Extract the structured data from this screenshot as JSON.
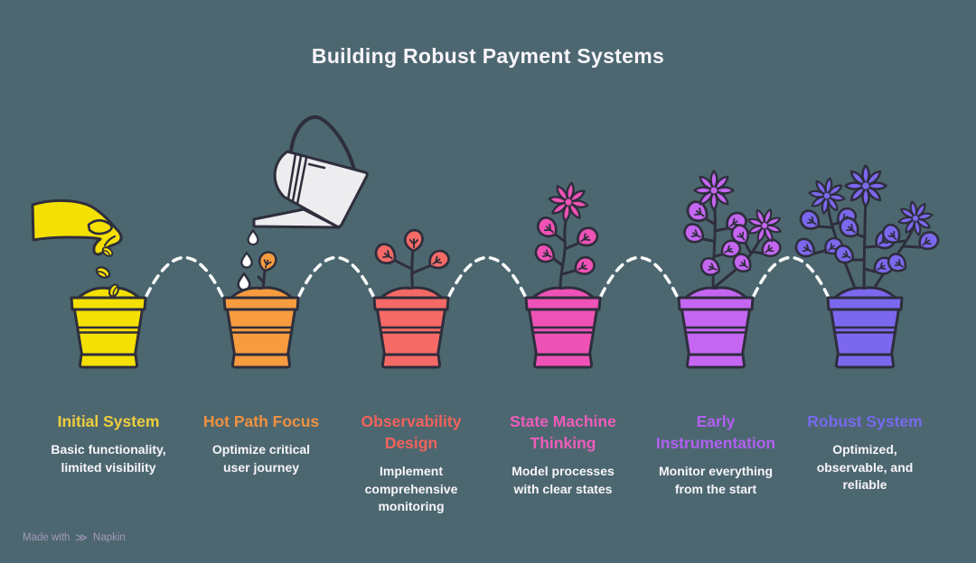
{
  "title": "Building Robust Payment Systems",
  "background_color": "#4c6770",
  "outline_color": "#2e2e3c",
  "text_color": "#f8f5fa",
  "connectors": {
    "style": "dashed-arc",
    "color": "#fcfcfc",
    "count": 5
  },
  "watering_can_color": "#ededef",
  "water_drop_color": "#ffffff",
  "stages": [
    {
      "heading": "Initial System",
      "description": "Basic functionality,\nlimited visibility",
      "color": "#f5e003",
      "heading_color": "#eecd3d",
      "icon": "hand-planting-seeds-in-pot"
    },
    {
      "heading": "Hot Path Focus",
      "description": "Optimize critical\nuser journey",
      "color": "#f79b3f",
      "heading_color": "#f0913f",
      "icon": "watering-can-over-sprout-pot"
    },
    {
      "heading": "Observability\nDesign",
      "description": "Implement\ncomprehensive\nmonitoring",
      "color": "#f56a66",
      "heading_color": "#f2625c",
      "icon": "seedling-three-leaves-pot"
    },
    {
      "heading": "State Machine\nThinking",
      "description": "Model processes\nwith clear states",
      "color": "#ef52b6",
      "heading_color": "#ee5cba",
      "icon": "flowering-plant-one-bloom-pot"
    },
    {
      "heading": "Early\nInstrumentation",
      "description": "Monitor everything\nfrom the start",
      "color": "#c566f2",
      "heading_color": "#b160f0",
      "icon": "flowering-plant-two-blooms-pot"
    },
    {
      "heading": "Robust System",
      "description": "Optimized,\nobservable, and\nreliable",
      "color": "#7c68ee",
      "heading_color": "#7769ee",
      "icon": "flowering-plant-three-blooms-pot"
    }
  ],
  "watermark": {
    "prefix": "Made with",
    "brand": "Napkin",
    "logo_glyph": "≫"
  }
}
